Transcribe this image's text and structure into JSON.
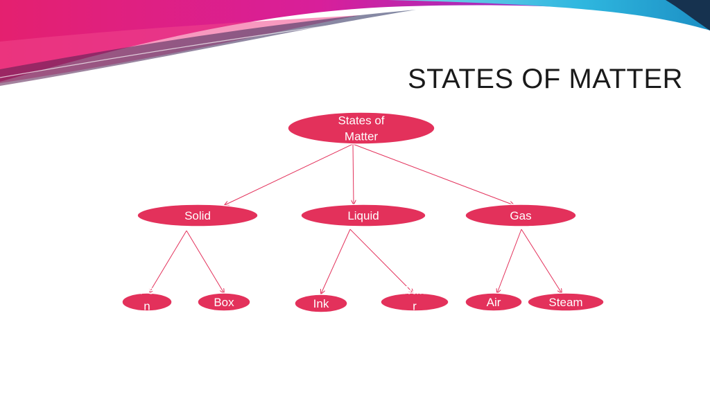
{
  "slide": {
    "title": "STATES OF MATTER",
    "colors": {
      "accent": "#e3315b",
      "banner_magenta": "#e0238e",
      "banner_cyan": "#29b6d8"
    }
  },
  "diagram": {
    "nodes": [
      {
        "id": "root",
        "lines": [
          "States of",
          "Matter"
        ]
      },
      {
        "id": "solid",
        "lines": [
          "Solid"
        ]
      },
      {
        "id": "liquid",
        "lines": [
          "Liquid"
        ]
      },
      {
        "id": "gas",
        "lines": [
          "Gas"
        ]
      },
      {
        "id": "pen",
        "lines": [
          "Pe",
          "n"
        ]
      },
      {
        "id": "box",
        "lines": [
          "Box"
        ]
      },
      {
        "id": "ink",
        "lines": [
          "Ink"
        ]
      },
      {
        "id": "water",
        "lines": [
          "Wate",
          "r"
        ]
      },
      {
        "id": "air",
        "lines": [
          "Air"
        ]
      },
      {
        "id": "steam",
        "lines": [
          "Steam"
        ]
      }
    ],
    "edges": [
      [
        "root",
        "solid"
      ],
      [
        "root",
        "liquid"
      ],
      [
        "root",
        "gas"
      ],
      [
        "solid",
        "pen"
      ],
      [
        "solid",
        "box"
      ],
      [
        "liquid",
        "ink"
      ],
      [
        "liquid",
        "water"
      ],
      [
        "gas",
        "air"
      ],
      [
        "gas",
        "steam"
      ]
    ]
  }
}
